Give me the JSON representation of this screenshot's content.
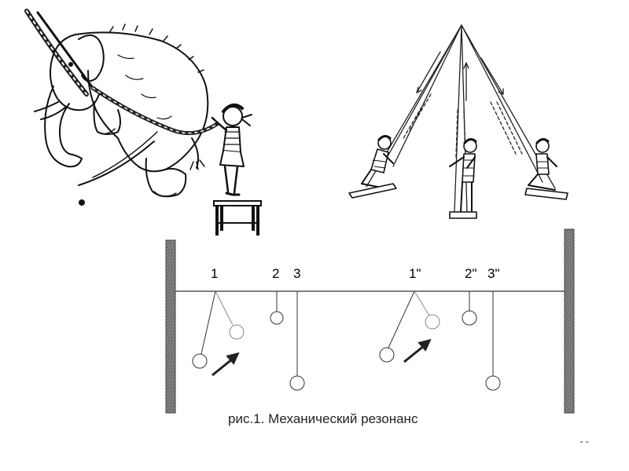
{
  "pendulum_labels": [
    "1",
    "2",
    "3",
    "1\"",
    "2\"",
    "3\""
  ],
  "caption": "рис.1. Механический резонанс",
  "corner_mark": "--"
}
